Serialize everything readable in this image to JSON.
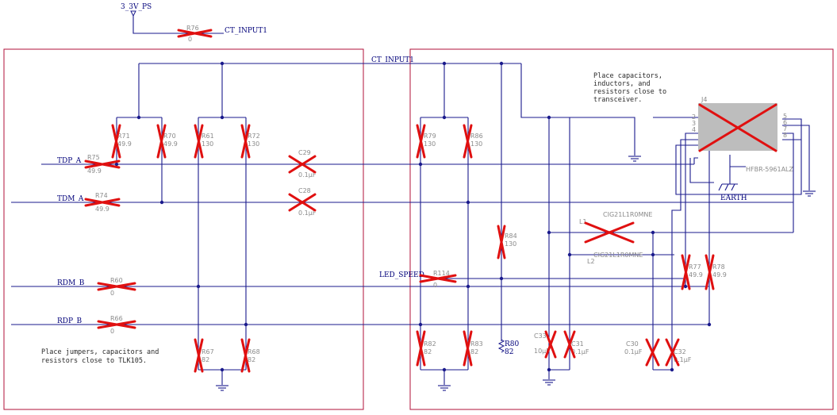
{
  "notes": {
    "left_note_l1": "Place jumpers, capacitors and",
    "left_note_l2": "resistors close to TLK105.",
    "right_note_l1": "Place capacitors,",
    "right_note_l2": "inductors, and",
    "right_note_l3": "resistors close to",
    "right_note_l4": "transceiver."
  },
  "nets": {
    "power": "3_3V_PS",
    "ct_input_top": "CT_INPUT1",
    "ct_input_right": "CT_INPUT1",
    "tdp": "TDP_A",
    "tdm": "TDM_A",
    "rdm": "RDM_B",
    "rdp": "RDP_B",
    "led_speed": "LED_SPEED",
    "earth": "EARTH"
  },
  "components": {
    "R76": {
      "ref": "R76",
      "value": "0"
    },
    "R71": {
      "ref": "R71",
      "value": "49.9"
    },
    "R70": {
      "ref": "R70",
      "value": "49.9"
    },
    "R61": {
      "ref": "R61",
      "value": "130"
    },
    "R72": {
      "ref": "R72",
      "value": "130"
    },
    "R75": {
      "ref": "R75",
      "value": "49.9"
    },
    "R74": {
      "ref": "R74",
      "value": "49.9"
    },
    "C29": {
      "ref": "C29",
      "value": "0.1µF"
    },
    "C28": {
      "ref": "C28",
      "value": "0.1µF"
    },
    "R60": {
      "ref": "R60",
      "value": "0"
    },
    "R66": {
      "ref": "R66",
      "value": "0"
    },
    "R67": {
      "ref": "R67",
      "value": "82"
    },
    "R68": {
      "ref": "R68",
      "value": "82"
    },
    "R79": {
      "ref": "R79",
      "value": "130"
    },
    "R86": {
      "ref": "R86",
      "value": "130"
    },
    "R84": {
      "ref": "R84",
      "value": "130"
    },
    "R114": {
      "ref": "R114",
      "value": "0"
    },
    "R82": {
      "ref": "R82",
      "value": "82"
    },
    "R83": {
      "ref": "R83",
      "value": "82"
    },
    "R80": {
      "ref": "R80",
      "value": "82"
    },
    "C33": {
      "ref": "C33",
      "value": "10µF"
    },
    "C31": {
      "ref": "C31",
      "value": "0.1µF"
    },
    "C30": {
      "ref": "C30",
      "value": "0.1µF"
    },
    "C32": {
      "ref": "C32",
      "value": "0.1µF"
    },
    "R77": {
      "ref": "R77",
      "value": "49.9"
    },
    "R78": {
      "ref": "R78",
      "value": "49.9"
    },
    "L1": {
      "ref": "L1",
      "value": "CIG21L1R0MNE"
    },
    "L2": {
      "ref": "L2",
      "value": "CIG21L1R0MNE"
    },
    "J4": {
      "ref": "J4",
      "value": "HFBR-5961ALZ"
    }
  },
  "j4_pins": [
    "2",
    "3",
    "4",
    "5",
    "6",
    "7",
    "8"
  ],
  "colors": {
    "wire": "#1a1a8c",
    "net_label": "#00007a",
    "dnp_cross": "#e01010",
    "frame": "#b0123a",
    "connector_body": "#bdbdbd"
  }
}
